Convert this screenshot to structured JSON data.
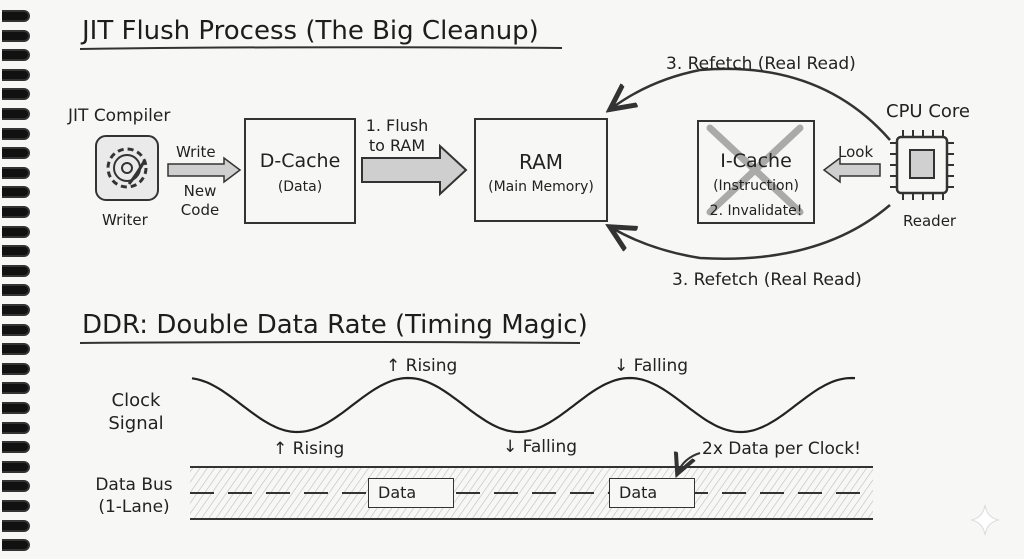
{
  "jit": {
    "title": "JIT Flush Process (The Big Cleanup)",
    "compiler_label": "JIT Compiler",
    "writer_label": "Writer",
    "write_label": "Write",
    "new_code_label_1": "New",
    "new_code_label_2": "Code",
    "dcache_title": "D-Cache",
    "dcache_sub": "(Data)",
    "flush_label_1": "1. Flush",
    "flush_label_2": "to RAM",
    "ram_title": "RAM",
    "ram_sub": "(Main Memory)",
    "icache_title": "I-Cache",
    "icache_sub": "(Instruction)",
    "invalidate_label": "2. Invalidate!",
    "look_label": "Look",
    "cpu_label": "CPU Core",
    "reader_label": "Reader",
    "refetch_top": "3. Refetch (Real Read)",
    "refetch_bottom": "3. Refetch (Real Read)"
  },
  "ddr": {
    "title": "DDR: Double Data Rate (Timing Magic)",
    "clock_label_1": "Clock",
    "clock_label_2": "Signal",
    "rising_top": "↑ Rising",
    "falling_top": "↓ Falling",
    "rising_bottom": "↑ Rising",
    "falling_bottom": "↓ Falling",
    "bus_label_1": "Data Bus",
    "bus_label_2": "(1-Lane)",
    "packet_label": "Data",
    "note": "2x Data per Clock!"
  },
  "icons": [
    "gear-icon",
    "chip-icon",
    "package-icon",
    "cross-icon",
    "sparkle-icon"
  ]
}
